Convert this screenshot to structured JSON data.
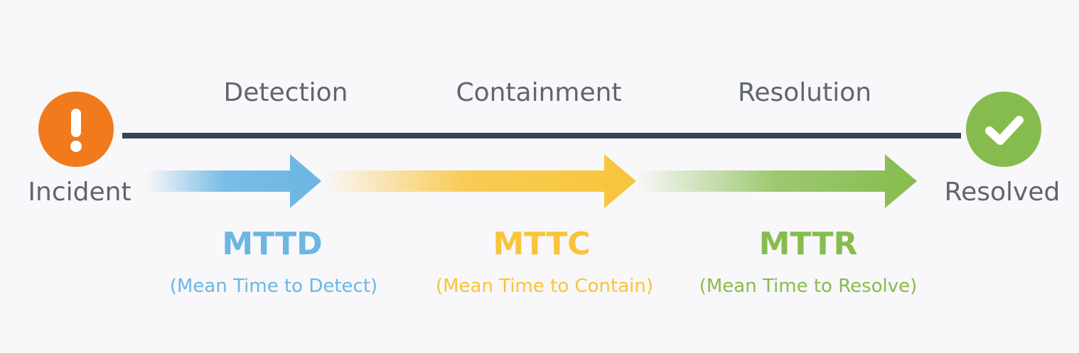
{
  "phases": [
    "Detection",
    "Containment",
    "Resolution"
  ],
  "start": {
    "label": "Incident",
    "icon": "exclamation-icon",
    "color": "#f07a1c"
  },
  "end": {
    "label": "Resolved",
    "icon": "checkmark-icon",
    "color": "#86bc4e"
  },
  "metrics": [
    {
      "abbr": "MTTD",
      "full": "(Mean Time to Detect)",
      "color": "#6cb6e3"
    },
    {
      "abbr": "MTTC",
      "full": "(Mean Time to Contain)",
      "color": "#f8c43a"
    },
    {
      "abbr": "MTTR",
      "full": "(Mean Time to Resolve)",
      "color": "#86bc4e"
    }
  ],
  "timeline_color": "#3a4556"
}
